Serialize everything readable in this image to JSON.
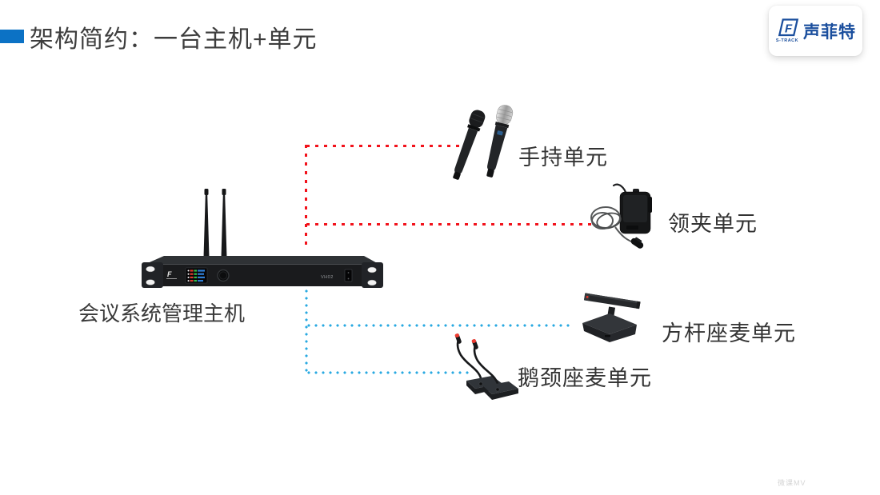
{
  "slide": {
    "title": "架构简约：一台主机+单元"
  },
  "logo": {
    "brand": "声菲特",
    "tagline": "S-TRACK"
  },
  "host": {
    "label": "会议系统管理主机",
    "model": "VH02"
  },
  "units": {
    "handheld": {
      "label": "手持单元"
    },
    "lavalier": {
      "label": "领夹单元"
    },
    "square_bar": {
      "label": "方杆座麦单元"
    },
    "gooseneck": {
      "label": "鹅颈座麦单元"
    }
  },
  "connections": {
    "wireless_line_color": "#f2121b",
    "wired_line_color": "#29a9e1",
    "wireless_style": "dashed",
    "wired_style": "dotted"
  },
  "colors": {
    "accent_blue": "#0c72c5",
    "logo_blue": "#1a4e9d",
    "title_text": "#3d3d3d"
  },
  "watermark": {
    "text": "微课MV"
  }
}
